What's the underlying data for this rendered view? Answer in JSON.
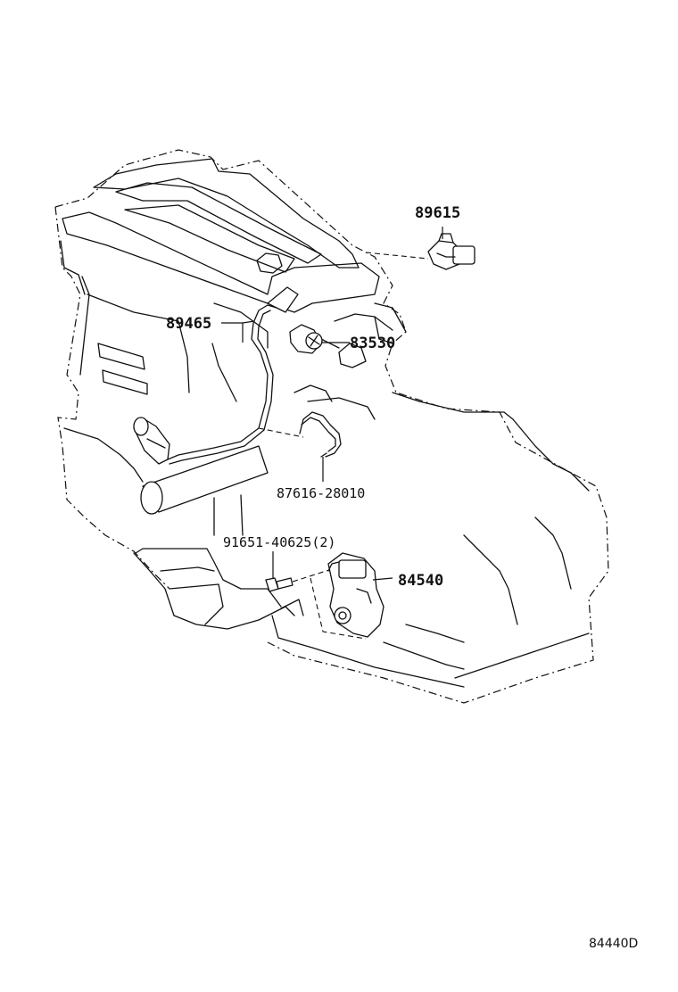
{
  "callouts": {
    "knock_sensor": "89615",
    "oxygen_sensor": "89465",
    "temp_switch": "83530",
    "clamp": "87616-28010",
    "bolt": "91651-40625(2)",
    "neutral_switch": "84540"
  },
  "figure_code": "84440D"
}
